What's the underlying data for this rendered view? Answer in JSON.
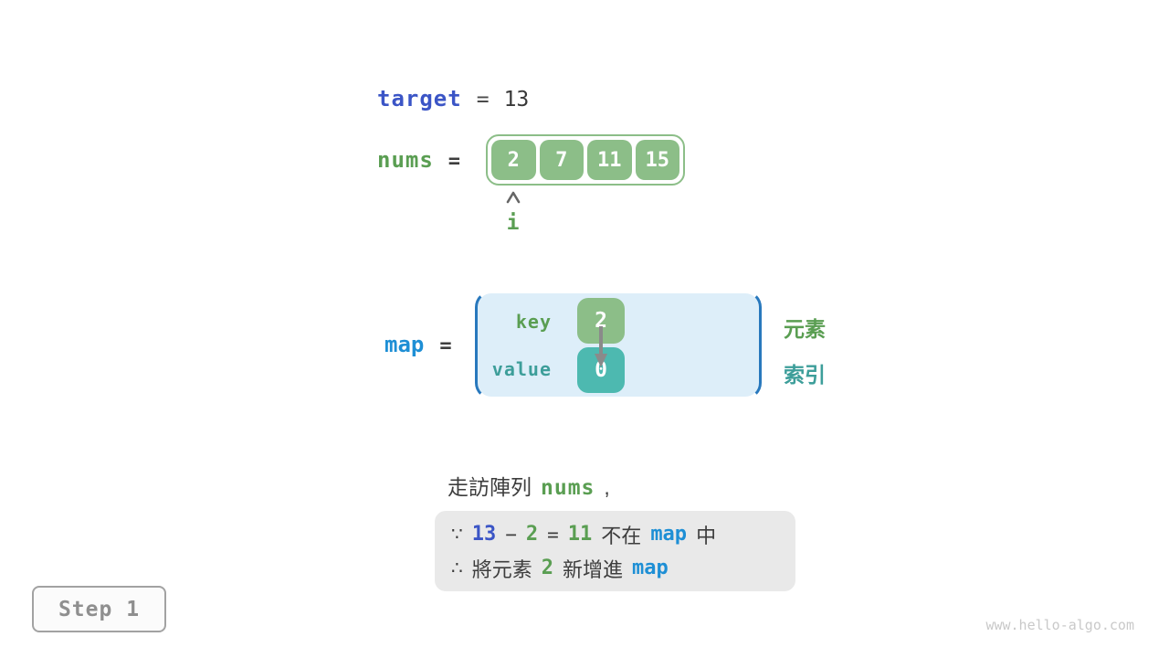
{
  "colors": {
    "royal_blue": "#3b55c6",
    "azure_blue": "#1e8fd5",
    "green_text": "#5a9e52",
    "teal_text": "#3d9e9a",
    "green_box": "#8cbe88",
    "teal_box": "#4db9b0",
    "map_fill": "#ddeef9",
    "map_bracket": "#2878bd",
    "dark_text": "#3d3d3d",
    "reason_box_fill": "#e9e9e9",
    "step_text": "#8f8f8f",
    "watermark_text": "#c9c9c9"
  },
  "target_line": {
    "label": "target",
    "equals": "=",
    "value": "13"
  },
  "nums_line": {
    "label": "nums",
    "equals": "=",
    "cells": [
      "2",
      "7",
      "11",
      "15"
    ],
    "pointer_label": "i"
  },
  "map_block": {
    "label": "map",
    "equals": "=",
    "key_label": "key",
    "key_value": "2",
    "value_label": "value",
    "value_value": "0"
  },
  "side_labels": {
    "element": "元素",
    "index": "索引"
  },
  "caption": {
    "text": "走訪陣列",
    "code": "nums",
    "comma": ","
  },
  "reason_box": {
    "line1": {
      "sym": "∵",
      "n1": "13",
      "op1": "−",
      "n2": "2",
      "op2": "=",
      "n3": "11",
      "t1": "不在",
      "code": "map",
      "t2": "中"
    },
    "line2": {
      "sym": "∴",
      "t1": "將元素",
      "n1": "2",
      "t2": "新增進",
      "code": "map"
    }
  },
  "step_badge": {
    "label": "Step 1"
  },
  "watermark": {
    "text": "www.hello-algo.com"
  }
}
